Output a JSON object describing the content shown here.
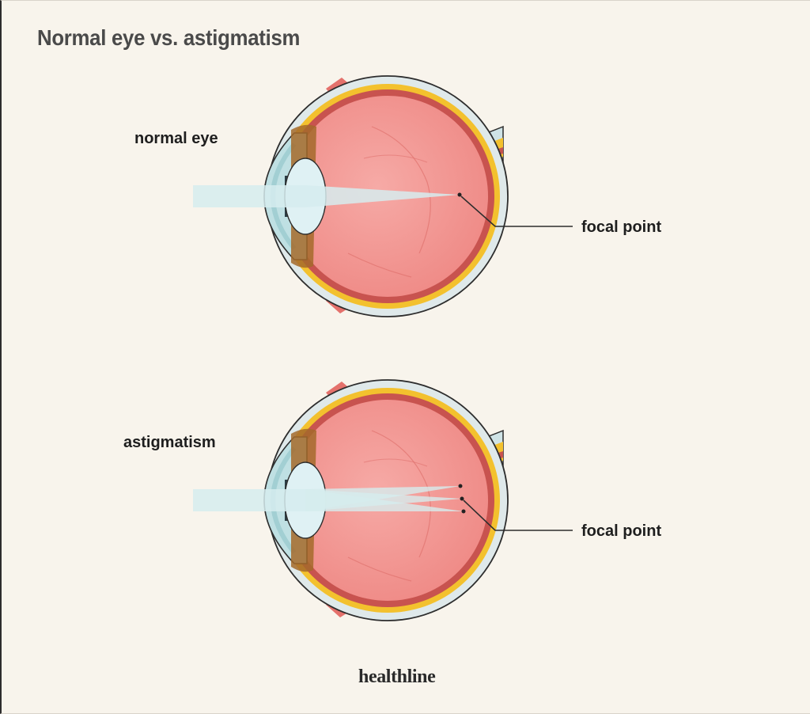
{
  "title": "Normal eye vs. astigmatism",
  "diagrams": [
    {
      "label": "normal eye",
      "callout": "focal point",
      "focal_points": 1
    },
    {
      "label": "astigmatism",
      "callout": "focal point",
      "focal_points": 3
    }
  ],
  "logo": "healthline",
  "colors": {
    "background": "#f8f4ec",
    "vitreous": "#ef8a86",
    "retina": "#c8534f",
    "sclera_yellow": "#f3c12e",
    "cornea": "#bfe0e3",
    "lens": "#dff1f4",
    "muscle": "#e4716c",
    "light_beam": "#d6ecee"
  }
}
